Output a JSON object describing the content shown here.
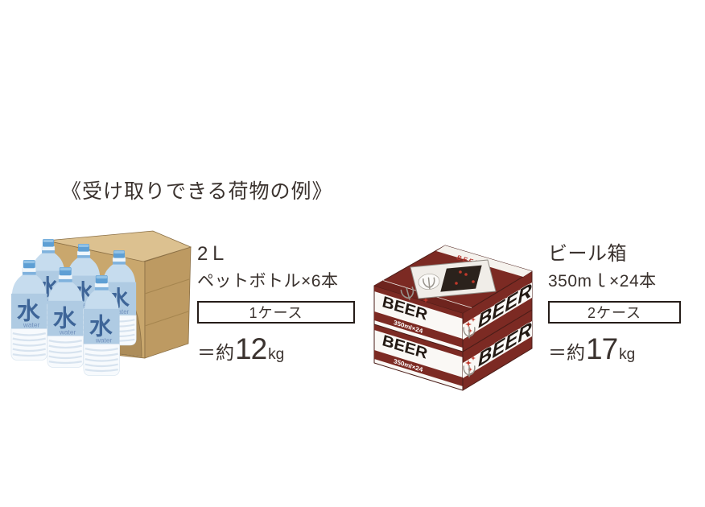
{
  "title": "《受け取りできる荷物の例》",
  "water": {
    "name_line1": "2Ｌ",
    "name_line2": "ペットボトル×6本",
    "case_label": "1ケース",
    "weight_prefix": "＝約",
    "weight_value": "12",
    "weight_unit": "kg",
    "bottle_kanji": "水",
    "bottle_sub": "water"
  },
  "beer": {
    "name_line1": "ビール箱",
    "name_line2": "350mｌ×24本",
    "case_label": "2ケース",
    "weight_prefix": "＝約",
    "weight_value": "17",
    "weight_unit": "kg",
    "brand": "BEER",
    "side_text": "350ml×24"
  },
  "colors": {
    "text": "#3A322E",
    "cardboard_front": "#C9A76D",
    "cardboard_top": "#DCC190",
    "cardboard_side": "#BD9A62",
    "bottle_label_blue": "#AFCBE3",
    "bottle_kanji_blue": "#3E6598",
    "bottle_cap_blue": "#5E9FD4",
    "beer_maroon": "#7C2A23",
    "beer_dark_maroon": "#6E241E",
    "star_red": "#C1392B"
  }
}
